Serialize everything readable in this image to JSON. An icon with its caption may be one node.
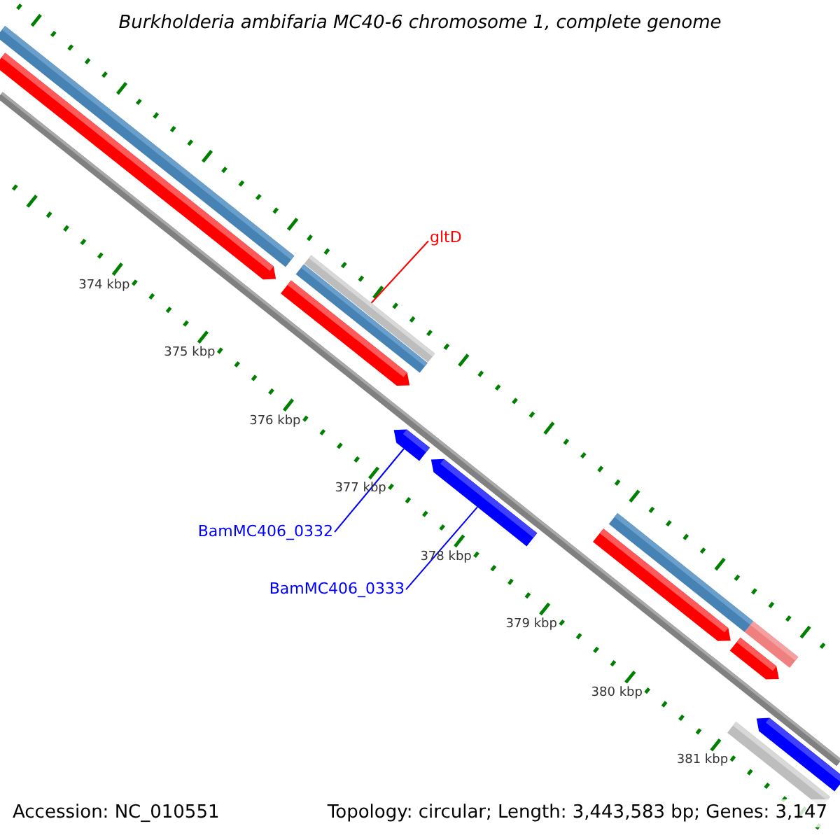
{
  "diagram": {
    "title": "Burkholderia ambifaria MC40-6 chromosome 1, complete genome",
    "nodes": [
      {
        "text": [
          "gltD"
        ]
      },
      {
        "text": [],
        "shape": "bar"
      },
      {
        "text": [
          "BamMC406_0332"
        ]
      },
      {
        "text": [],
        "shape": "arrow"
      },
      {
        "text": [
          "BamMC406_0333"
        ]
      },
      {
        "text": [],
        "shape": "arrow"
      }
    ],
    "edges": [
      {
        "from": 0,
        "to": 1,
        "arrow": "none",
        "color": "#ff0000"
      },
      {
        "from": 2,
        "to": 3,
        "arrow": "none"
      },
      {
        "from": 4,
        "to": 5,
        "arrow": "none"
      }
    ],
    "labels": [
      "374 kbp",
      "375 kbp",
      "376 kbp",
      "377 kbp",
      "378 kbp",
      "379 kbp",
      "380 kbp",
      "381 kbp",
      "Accession: NC_010551",
      "Topology: circular; Length: 3,443,583 bp; Genes: 3,147"
    ]
  }
}
